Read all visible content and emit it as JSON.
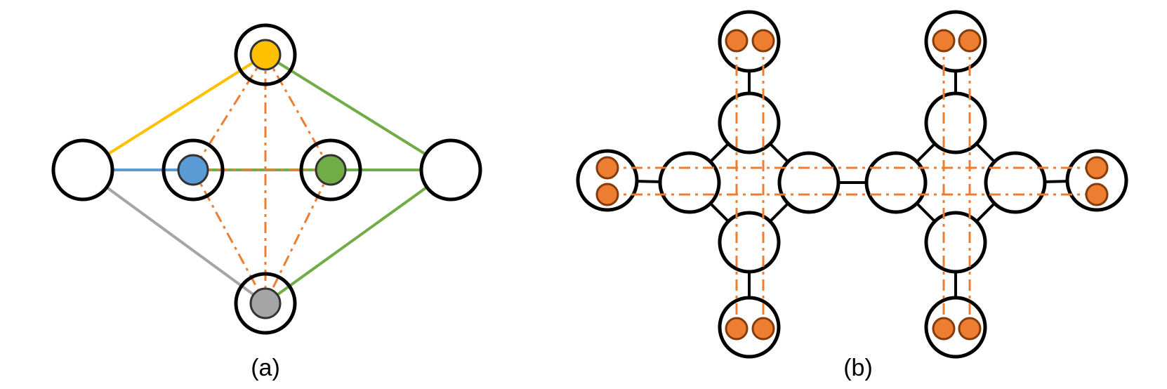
{
  "colors": {
    "black": "#000000",
    "yellow": "#FFC000",
    "blue": "#5B9BD5",
    "green": "#70AD47",
    "gray": "#A5A5A5",
    "orange": "#ED7D31",
    "orange_edge": "#843C0C"
  },
  "diagram_a": {
    "caption": "(a)",
    "nodes": [
      {
        "id": "top",
        "inner": "yellow"
      },
      {
        "id": "left",
        "inner": null
      },
      {
        "id": "mid-left",
        "inner": "blue"
      },
      {
        "id": "mid-right",
        "inner": "green"
      },
      {
        "id": "right",
        "inner": null
      },
      {
        "id": "bottom",
        "inner": "gray"
      }
    ],
    "edges": [
      {
        "from": "left",
        "to": "top",
        "color": "yellow"
      },
      {
        "from": "left",
        "to": "mid-left",
        "color": "blue"
      },
      {
        "from": "left",
        "to": "bottom",
        "color": "gray"
      },
      {
        "from": "mid-left",
        "to": "mid-right",
        "color": "green"
      },
      {
        "from": "mid-right",
        "to": "right",
        "color": "green"
      },
      {
        "from": "top",
        "to": "right",
        "color": "green"
      },
      {
        "from": "bottom",
        "to": "right",
        "color": "green"
      }
    ],
    "entanglement_links": [
      [
        "top",
        "mid-left"
      ],
      [
        "top",
        "mid-right"
      ],
      [
        "top",
        "bottom"
      ],
      [
        "mid-left",
        "mid-right"
      ],
      [
        "mid-left",
        "bottom"
      ],
      [
        "mid-right",
        "bottom"
      ]
    ]
  },
  "diagram_b": {
    "caption": "(b)",
    "clusters": 2,
    "leaf_qubits_per_node": 2
  }
}
